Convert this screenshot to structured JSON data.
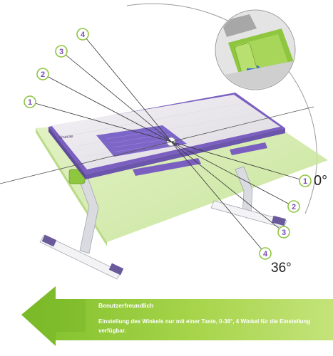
{
  "angle_markers": {
    "top": [
      "1",
      "2",
      "3",
      "4"
    ],
    "right": [
      "1",
      "2",
      "3",
      "4"
    ]
  },
  "angle_labels": {
    "min": "0°",
    "max": "36°"
  },
  "brand": "Xinerae",
  "banner": {
    "title": "Benutzerfreundlich",
    "description": "Einstellung des Winkels nur mit einer Taste, 0-36°, 4 Winkel für die Einstellung verfügbar."
  },
  "colors": {
    "accent_purple": "#7b5fc0",
    "lime_green": "#8ec63f",
    "platform_green": "#cde8a4",
    "tray_top": "#ece9ef"
  }
}
